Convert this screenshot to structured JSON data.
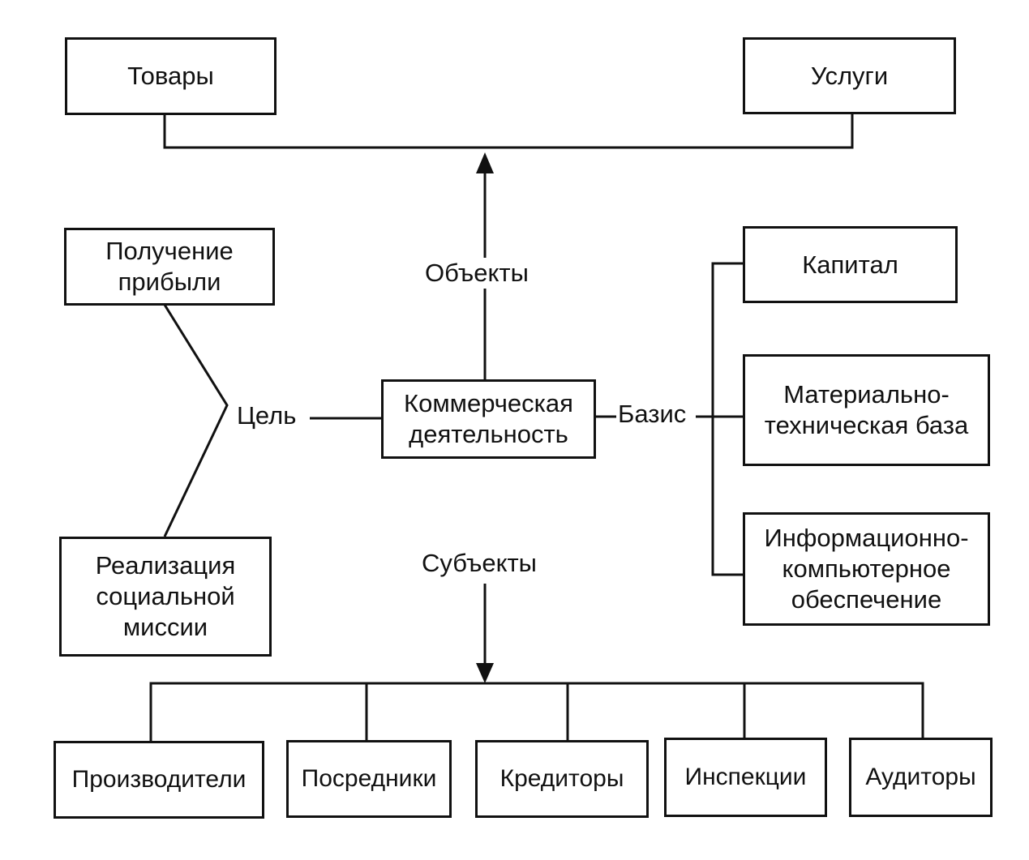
{
  "objects": {
    "label": "Объекты",
    "items": [
      "Товары",
      "Услуги"
    ]
  },
  "center": {
    "lines": [
      "Коммерческая",
      "деятельность"
    ]
  },
  "goal": {
    "label": "Цель",
    "items": [
      {
        "lines": [
          "Получение",
          "прибыли"
        ]
      },
      {
        "lines": [
          "Реализация",
          "социальной",
          "миссии"
        ]
      }
    ]
  },
  "basis": {
    "label": "Базис",
    "items": [
      {
        "lines": [
          "Капитал"
        ]
      },
      {
        "lines": [
          "Материально-",
          "техническая база"
        ]
      },
      {
        "lines": [
          "Информационно-",
          "компьютерное",
          "обеспечение"
        ]
      }
    ]
  },
  "subjects": {
    "label": "Субъекты",
    "items": [
      "Производители",
      "Посредники",
      "Кредиторы",
      "Инспекции",
      "Аудиторы"
    ]
  }
}
